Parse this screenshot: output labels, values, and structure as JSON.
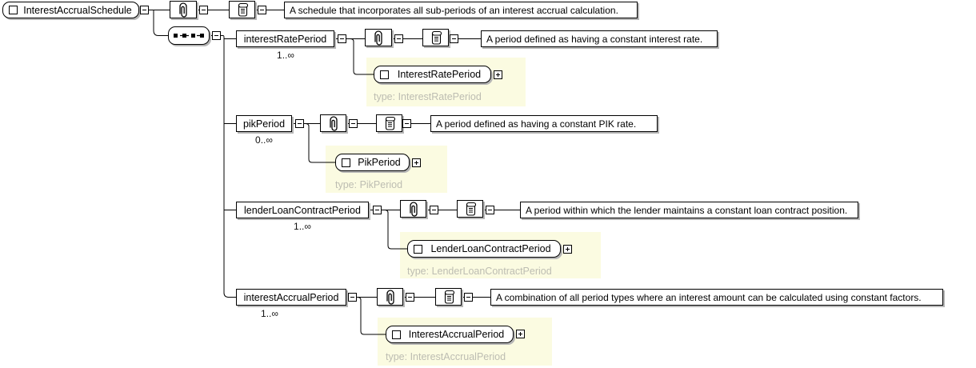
{
  "schema": {
    "root": {
      "label": "InterestAccrualSchedule",
      "doc": "A schedule that incorporates all sub-periods of an interest accrual calculation."
    },
    "compositor": "sequence",
    "children": [
      {
        "label": "interestRatePeriod",
        "occurs": "1..∞",
        "doc": "A period defined as having a constant interest rate.",
        "type_name": "InterestRatePeriod",
        "type_label": "type: InterestRatePeriod"
      },
      {
        "label": "pikPeriod",
        "occurs": "0..∞",
        "doc": "A period defined as having a constant PIK rate.",
        "type_name": "PikPeriod",
        "type_label": "type: PikPeriod"
      },
      {
        "label": "lenderLoanContractPeriod",
        "occurs": "1..∞",
        "doc": "A period within which the lender maintains a constant loan contract position.",
        "type_name": "LenderLoanContractPeriod",
        "type_label": "type: LenderLoanContractPeriod"
      },
      {
        "label": "interestAccrualPeriod",
        "occurs": "1..∞",
        "doc": "A combination of all period types where an interest amount can be calculated using constant factors.",
        "type_name": "InterestAccrualPeriod",
        "type_label": "type: InterestAccrualPeriod"
      }
    ],
    "icons": {
      "element": "square-icon",
      "annotation": "paperclip-icon",
      "documentation": "scroll-icon",
      "sequence": "sequence-icon",
      "collapse": "minus-toggle",
      "expand": "plus-toggle"
    },
    "colors": {
      "type_box_bg": "#fbfbe1",
      "type_caption": "#bdbdb2",
      "line": "#000000",
      "shadow": "#b6b6b6"
    }
  }
}
